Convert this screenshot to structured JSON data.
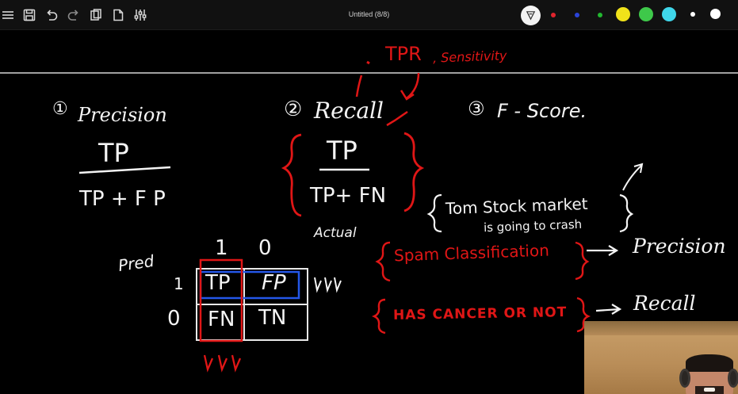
{
  "app": {
    "title": "Untitled (8/8)"
  },
  "toolbar": {
    "left_tools": [
      "menu-icon",
      "save-icon",
      "undo-icon",
      "redo-icon",
      "clipboard-icon",
      "new-page-icon",
      "settings-sliders-icon"
    ],
    "active_tool": "pen-icon",
    "colors": [
      "#e0242d",
      "#2a44d9",
      "#22b830",
      "#f0e21a",
      "#3ec84a",
      "#3fd6ea",
      "#ffffff",
      "#ffffff"
    ]
  },
  "board": {
    "tpr_label": "TPR",
    "sensitivity_label": ", Sensitivity",
    "precision_num": "①",
    "precision_title": "Precision",
    "precision_numerator": "TP",
    "precision_denominator": "TP + F P",
    "recall_num": "②",
    "recall_title": "Recall",
    "recall_numerator": "TP",
    "recall_denominator": "TP+ FN",
    "fscore_num": "③",
    "fscore_title": "F - Score.",
    "actual_label": "Actual",
    "pred_label": "Pred",
    "col_header_1": "1",
    "col_header_0": "0",
    "row_header_1": "1",
    "row_header_0": "0",
    "cell_tp": "TP",
    "cell_fp": "FP",
    "cell_fn": "FN",
    "cell_tn": "TN",
    "stock_line1": "Tom Stock market",
    "stock_line2": "is going to crash",
    "spam_label": "Spam Classification",
    "cancer_label": "HAS CANCER OR NOT",
    "precision_result": "Precision",
    "recall_result": "Recall"
  }
}
